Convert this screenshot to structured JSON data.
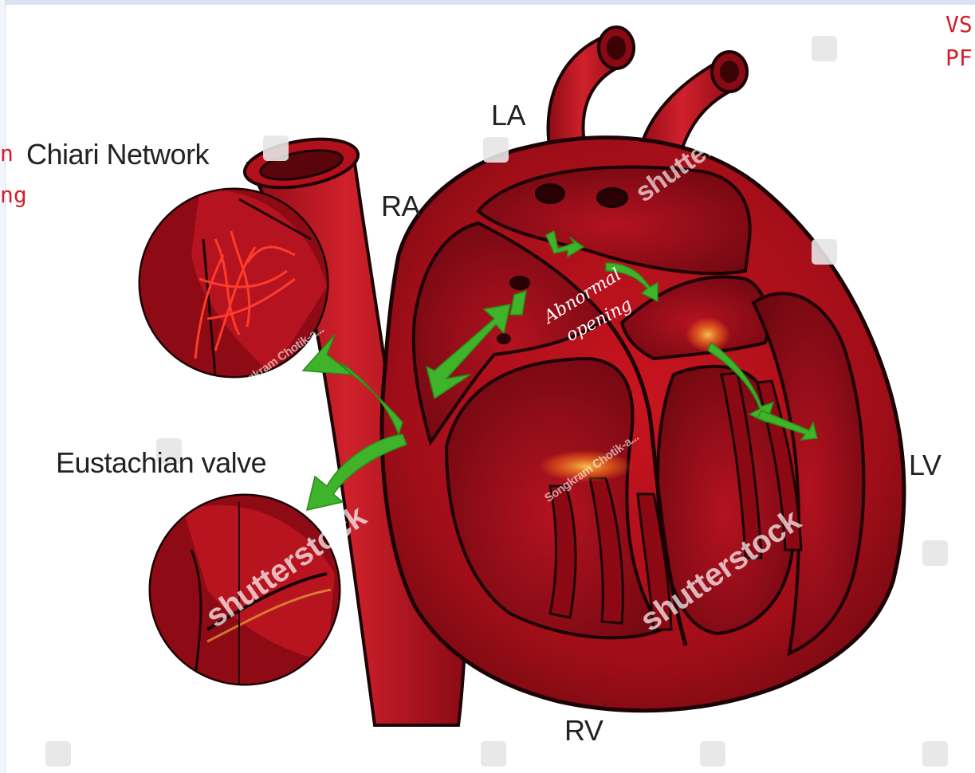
{
  "labels": {
    "chiari_network": "Chiari Network",
    "eustachian_valve": "Eustachian valve",
    "la": "LA",
    "ra": "RA",
    "lv": "LV",
    "rv": "RV"
  },
  "annotations": {
    "abnormal": "Abnormal",
    "opening": "opening",
    "margin_top_right_1": "VS",
    "margin_top_right_2": "PF",
    "margin_left_1": "n",
    "margin_left_2": "ng"
  },
  "watermarks": {
    "brand": "shutterstock",
    "author": "Songkram Chotik-a..."
  },
  "colors": {
    "heart": "#b3101c",
    "heart_dark": "#7d0810",
    "outline": "#1b0204",
    "arrow": "#3fb32a",
    "handwriting": "#d21f2b"
  }
}
